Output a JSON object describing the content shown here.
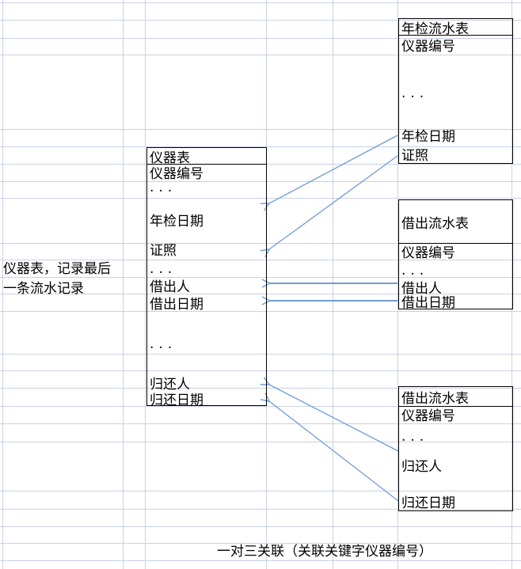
{
  "sheet": {
    "tables": [
      {
        "title": "年检流水表",
        "fields": [
          "仪器编号",
          "...",
          "年检日期",
          "证照"
        ]
      },
      {
        "title": "仪器表",
        "fields": [
          "仪器编号",
          "...",
          "年检日期",
          "证照",
          "...",
          "借出人",
          "借出日期",
          "...",
          "归还人",
          "归还日期"
        ]
      },
      {
        "title": "借出流水表",
        "fields": [
          "仪器编号",
          "...",
          "借出人",
          "借出日期"
        ]
      },
      {
        "title": "借出流水表",
        "fields": [
          "仪器编号",
          "...",
          "归还人",
          "归还日期"
        ]
      }
    ],
    "left_note": "仪器表，记录最后一条流水记录",
    "caption": "一对三关联（关联关键字仪器编号）",
    "relations": [
      {
        "from": "年检流水表",
        "to": "仪器表",
        "fields": [
          "年检日期",
          "证照"
        ]
      },
      {
        "from": "借出流水表",
        "to": "仪器表",
        "fields": [
          "借出人",
          "借出日期"
        ]
      },
      {
        "from": "借出流水表",
        "to": "仪器表",
        "fields": [
          "归还人",
          "归还日期"
        ]
      }
    ],
    "colors": {
      "background": "#ffffff",
      "gridline": "#c9d1e3",
      "arrow": "#6f9cd6",
      "box_border": "#000000",
      "text": "#000000"
    }
  }
}
